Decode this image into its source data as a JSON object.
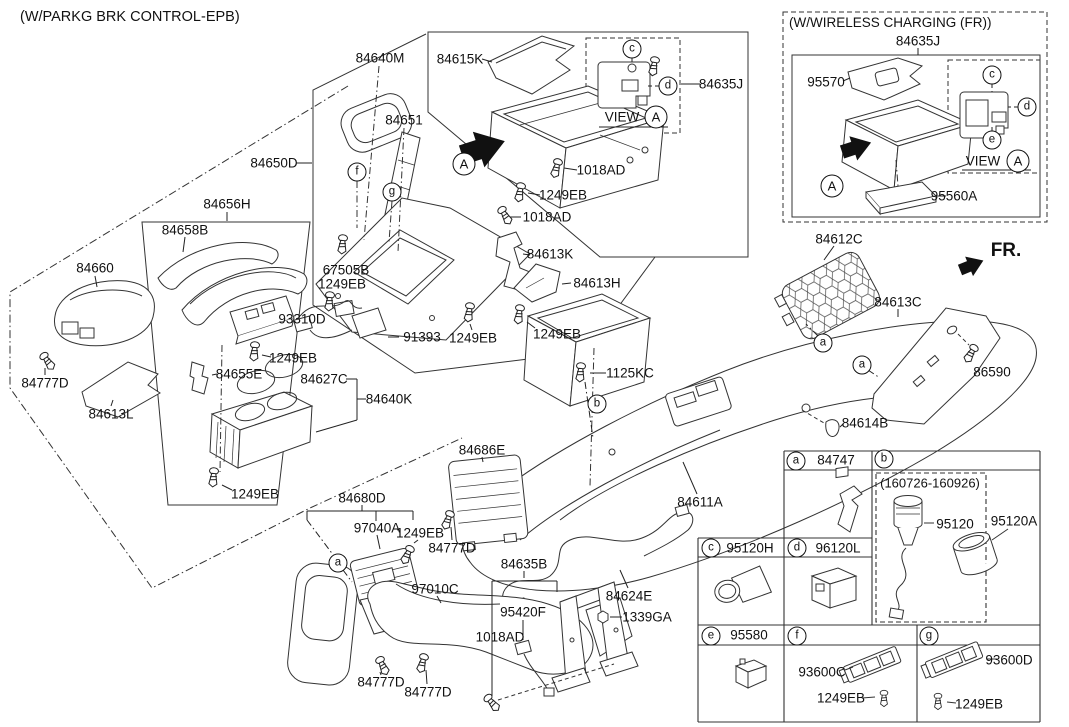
{
  "diagram": {
    "epb_group_title": "(W/PARKG BRK CONTROL-EPB)",
    "wireless_group_title": "(W/WIRELESS CHARGING (FR))",
    "fr_indicator": "FR.",
    "view_label": "VIEW"
  },
  "callout_letters": {
    "a": "a",
    "b": "b",
    "c": "c",
    "d": "d",
    "e": "e",
    "f": "f",
    "g": "g",
    "A": "A"
  },
  "part_labels": {
    "84640M": "84640M",
    "84615K": "84615K",
    "84635J": "84635J",
    "84651": "84651",
    "84650D": "84650D",
    "1018AD": "1018AD",
    "1249EB": "1249EB",
    "84656H": "84656H",
    "84658B": "84658B",
    "84613K": "84613K",
    "67505B": "67505B",
    "84613H": "84613H",
    "84660": "84660",
    "93310D": "93310D",
    "91393": "91393",
    "84777D": "84777D",
    "84655E": "84655E",
    "84627C": "84627C",
    "84613L": "84613L",
    "84640K": "84640K",
    "1125KC": "1125KC",
    "84686E": "84686E",
    "84611A": "84611A",
    "84612C": "84612C",
    "84613C": "84613C",
    "86590": "86590",
    "84614B": "84614B",
    "84680D": "84680D",
    "97040A": "97040A",
    "97010C": "97010C",
    "84635B": "84635B",
    "95420F": "95420F",
    "84624E": "84624E",
    "1339GA": "1339GA",
    "95570": "95570",
    "95560A": "95560A"
  },
  "reference_table": {
    "a": {
      "letter": "a",
      "part": "84747"
    },
    "b": {
      "letter": "b",
      "date_range": "(160726-160926)",
      "part_in_range": "95120",
      "part_out_of_range": "95120A"
    },
    "c": {
      "letter": "c",
      "part": "95120H"
    },
    "d": {
      "letter": "d",
      "part": "96120L"
    },
    "e": {
      "letter": "e",
      "part": "95580"
    },
    "f": {
      "letter": "f",
      "part": "93600C",
      "fastener": "1249EB"
    },
    "g": {
      "letter": "g",
      "part": "93600D",
      "fastener": "1249EB"
    }
  }
}
